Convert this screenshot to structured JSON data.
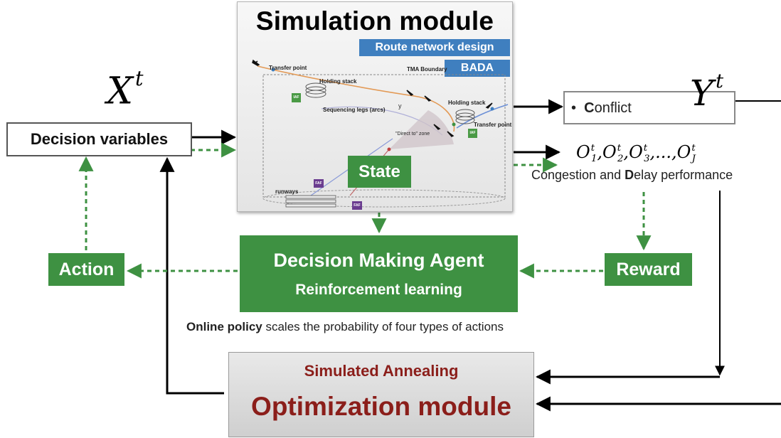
{
  "simulation_module": {
    "title": "Simulation module",
    "route_tag": "Route network design",
    "bada_tag": "BADA",
    "map_labels": {
      "transfer_point_left": "Transfer point",
      "tma_boundary": "TMA Boundary",
      "holding_stack_left": "Holding stack",
      "sequencing_legs": "Sequencing legs (arcs)",
      "holding_stack_right": "Holding stack",
      "transfer_point_right": "Transfer point",
      "direct_to_zone": "\"Direct to\" zone",
      "runways": "runways",
      "iaf": "IAF",
      "faf": "FAF"
    },
    "state": "State"
  },
  "x_symbol": {
    "base": "X",
    "sup": "t"
  },
  "y_symbol": {
    "base": "Y",
    "sup": "t"
  },
  "decision_variables": "Decision variables",
  "conflict": {
    "bullet": "•",
    "initial": "C",
    "rest": "onflict"
  },
  "objectives": {
    "o1": {
      "base": "O",
      "sup": "t",
      "sub": "1"
    },
    "o2": {
      "base": "O",
      "sup": "t",
      "sub": "2"
    },
    "o3": {
      "base": "O",
      "sup": "t",
      "sub": "3"
    },
    "oj": {
      "base": "O",
      "sup": "t",
      "sub": "J"
    },
    "sep": ",",
    "ellipsis": "...",
    "caption_before": "Congestion and ",
    "caption_bold": "D",
    "caption_after": "elay performance"
  },
  "agent": {
    "title": "Decision Making Agent",
    "subtitle": "Reinforcement learning"
  },
  "action": "Action",
  "reward": "Reward",
  "policy": {
    "bold": "Online policy",
    "rest": " scales the probability of four types of actions"
  },
  "optimization": {
    "subtitle": "Simulated Annealing",
    "title": "Optimization module"
  },
  "colors": {
    "green": "#3e9142",
    "blue": "#3f7fbf",
    "dark_red": "#8b1e1a",
    "dashed_green": "#3e9142"
  }
}
